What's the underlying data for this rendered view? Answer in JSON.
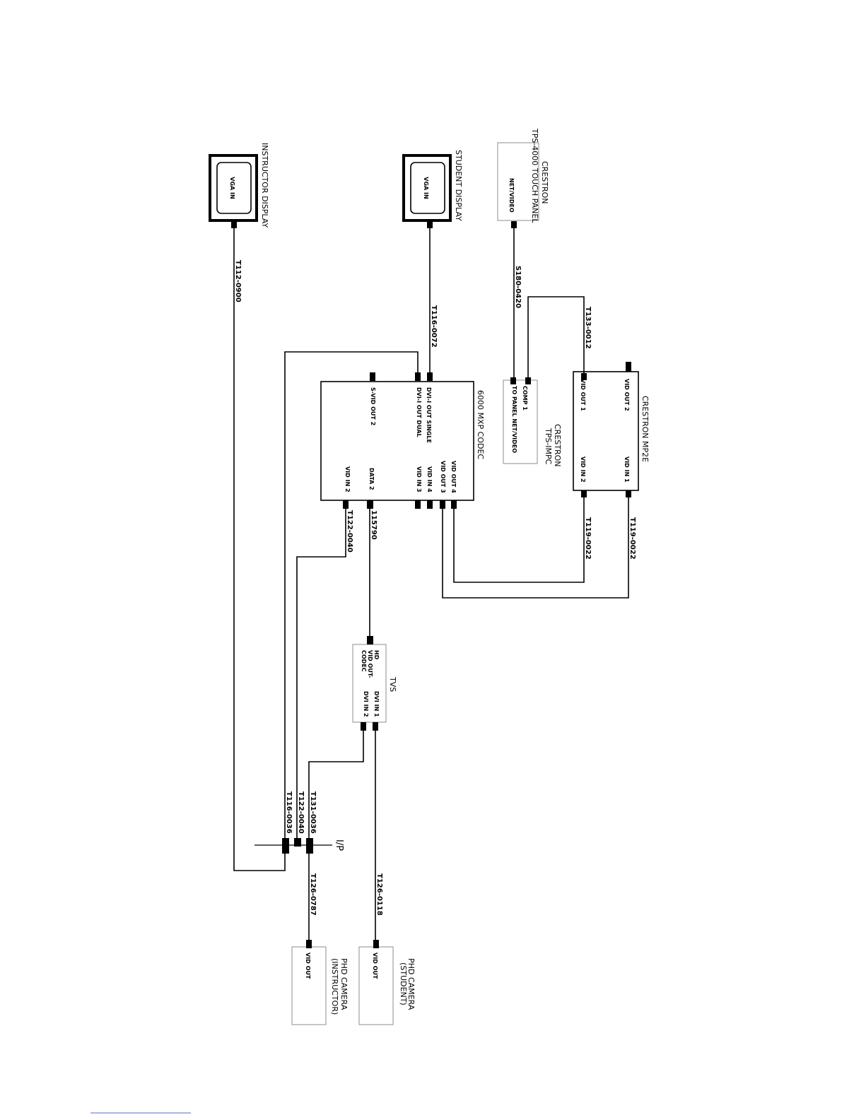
{
  "devices": {
    "instructor_display": {
      "title": "INSTRUCTOR DISPLAY",
      "port": "VGA IN"
    },
    "student_display": {
      "title": "STUDENT DISPLAY",
      "port": "VGA IN"
    },
    "touch_panel": {
      "title_line1": "CRESTRON",
      "title_line2": "TPS-4000 TOUCH PANEL",
      "port": "NET/VIDEO"
    },
    "mp2e": {
      "title": "CRESTRON MP2E",
      "ports": [
        "VID OUT 2",
        "VID OUT 1",
        "VID IN 1",
        "VID IN 2"
      ]
    },
    "impc": {
      "title_line1": "CRESTRON",
      "title_line2": "TPS-IMPC",
      "ports": [
        "COMP 1",
        "TO PANEL NET/VIDEO"
      ]
    },
    "codec": {
      "title": "6000 MXP CODEC",
      "ports": [
        "DVI-I OUT SINGLE",
        "DVI-I OUT DUAL",
        "S-VID OUT 2",
        "VID OUT 4",
        "VID OUT 3",
        "VID IN 4",
        "VID IN 3",
        "DATA 2",
        "VID IN 2"
      ]
    },
    "tvs": {
      "title": "TVS",
      "ports": [
        "HD",
        "VID OUT-",
        "CODEC",
        "DVI IN 1",
        "DVI IN 2"
      ]
    },
    "cam_student": {
      "title_line1": "PHD CAMERA",
      "title_line2": "(STUDENT)",
      "port": "VID OUT"
    },
    "cam_instructor": {
      "title_line1": "PHD CAMERA",
      "title_line2": "(INSTRUCTOR)",
      "port": "VID OUT"
    }
  },
  "cables": {
    "c_instructor": "T112-0900",
    "c_student": "T116-0072",
    "c_panel": "S180-0420",
    "c_mp2e": "T133-0012",
    "c_mp2e_in1": "T119-0022",
    "c_mp2e_in2": "T119-0022",
    "c_data": "115790",
    "c_vidin2": "T122-0040",
    "c_cam_student": "T126-0118",
    "c_cam_instructor": "T126-0787",
    "c_ip1": "T131-0036",
    "c_ip2": "T122-0040",
    "c_ip3": "T116-0036"
  },
  "ip_panel": {
    "label": "I/P"
  }
}
